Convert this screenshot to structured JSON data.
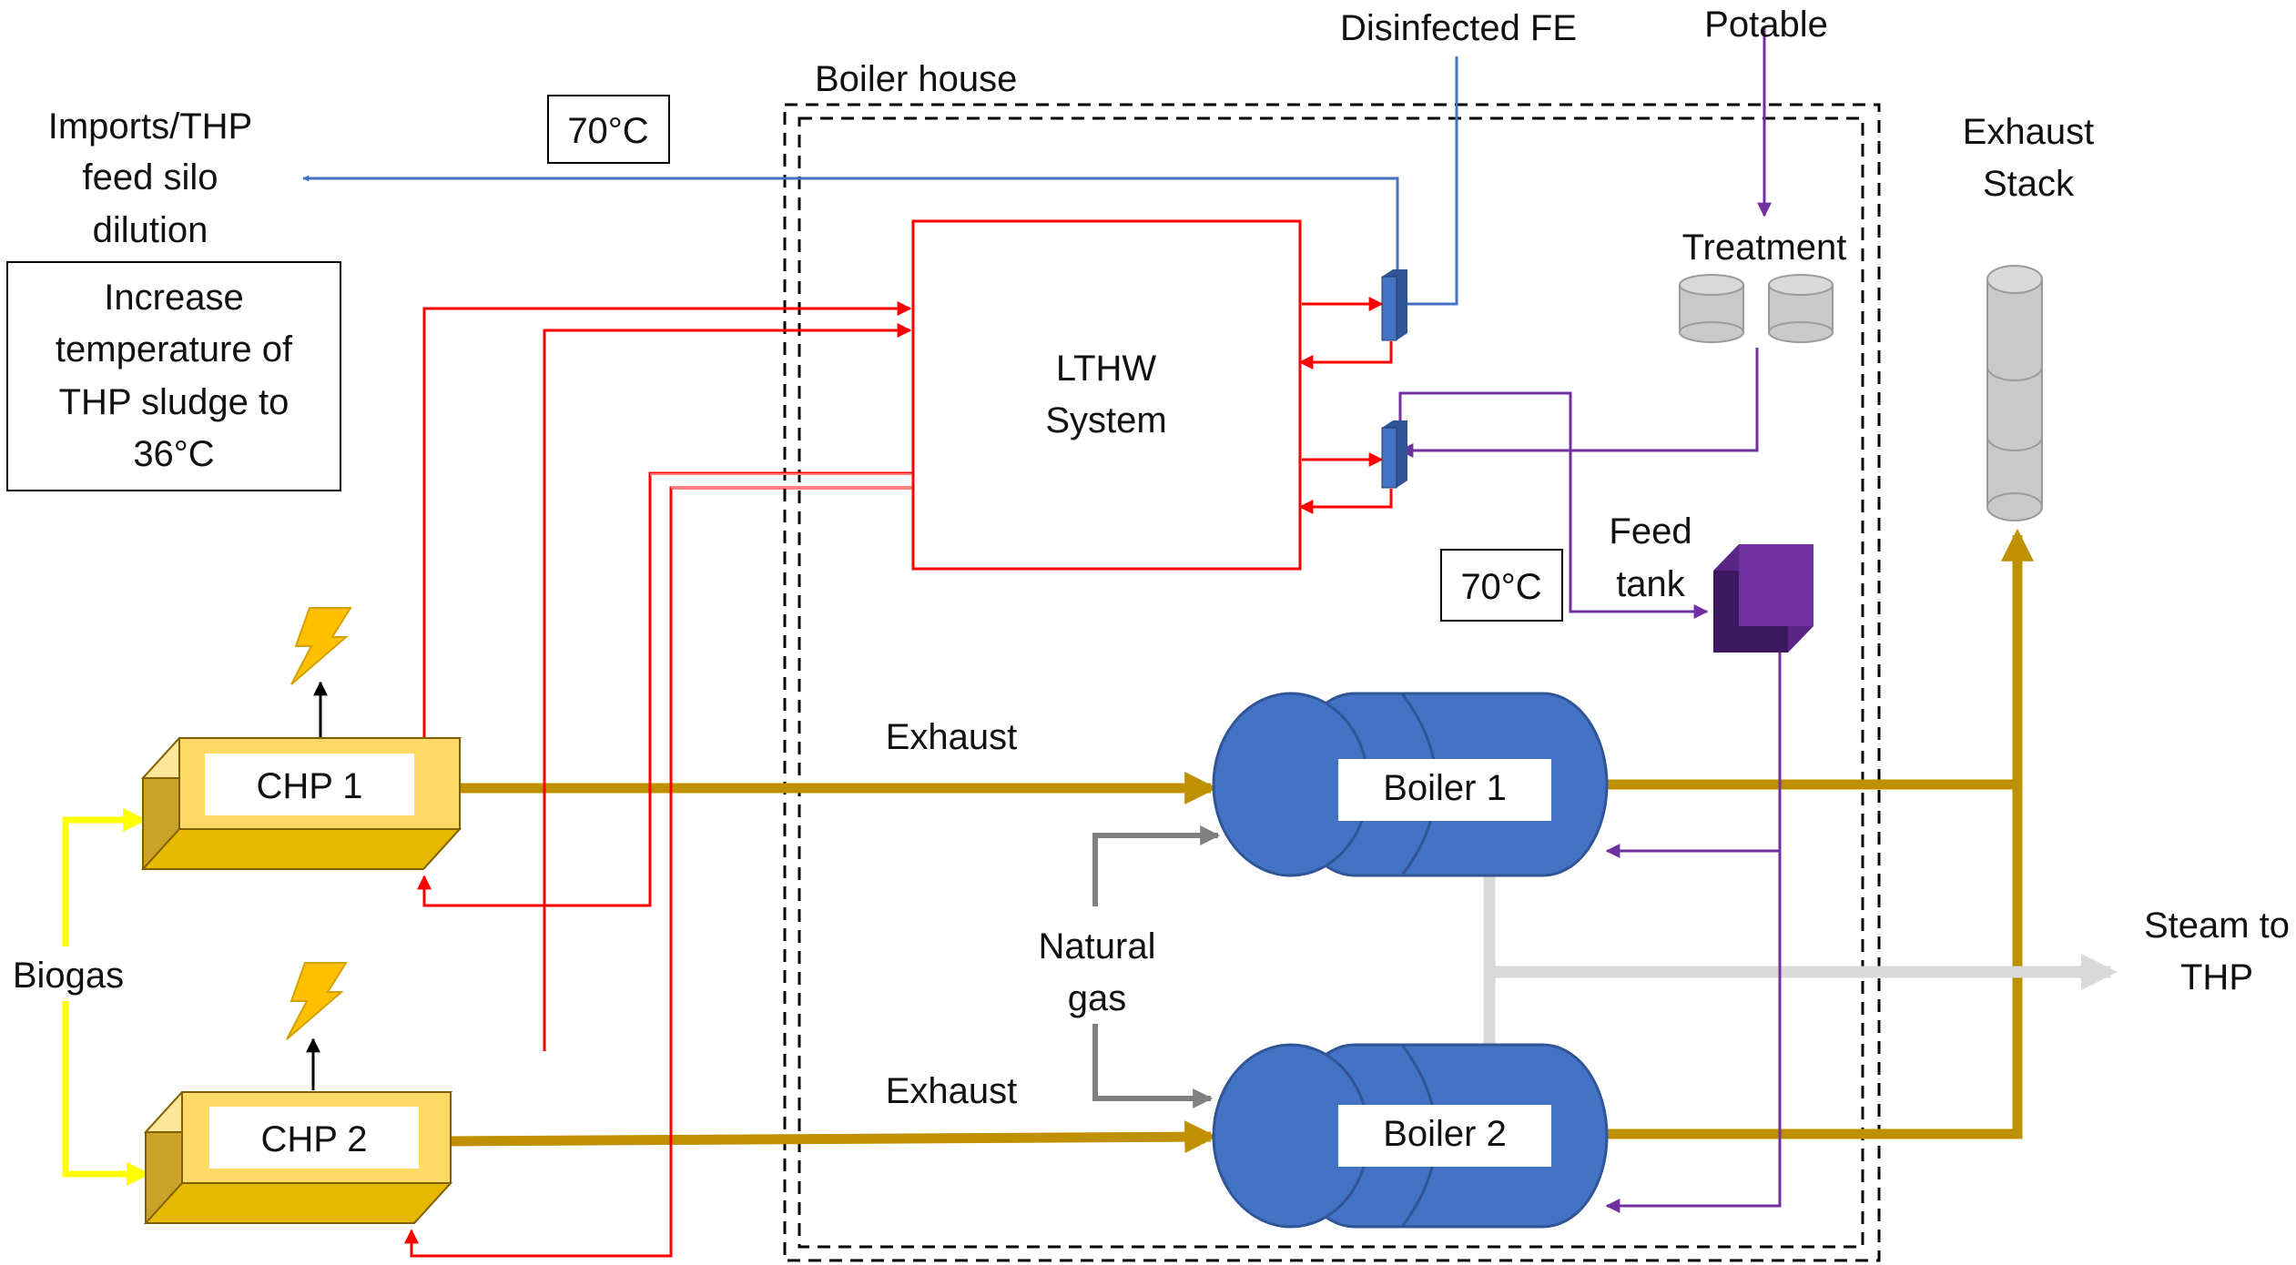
{
  "labels": {
    "disinfected_fe": "Disinfected FE",
    "potable": "Potable",
    "boiler_house": "Boiler house",
    "imports_line1": "Imports/THP",
    "imports_line2": "feed silo",
    "imports_line3": "dilution",
    "temp_top": "70°C",
    "temp_feed": "70°C",
    "note_line1": "Increase",
    "note_line2": "temperature of",
    "note_line3": "THP sludge to",
    "note_line4": "36°C",
    "lthw_line1": "LTHW",
    "lthw_line2": "System",
    "treatment": "Treatment",
    "exhaust_stack_line1": "Exhaust",
    "exhaust_stack_line2": "Stack",
    "feed_tank_line1": "Feed",
    "feed_tank_line2": "tank",
    "exhaust_1": "Exhaust",
    "exhaust_2": "Exhaust",
    "chp1": "CHP 1",
    "chp2": "CHP 2",
    "boiler1": "Boiler 1",
    "boiler2": "Boiler 2",
    "natural_gas_line1": "Natural",
    "natural_gas_line2": "gas",
    "steam_line1": "Steam to",
    "steam_line2": "THP",
    "biogas": "Biogas"
  },
  "colors": {
    "exhaust": "#BF9000",
    "hot_water": "#FF0000",
    "return_water": "#FF7F7F",
    "disinfected_fe": "#4472C4",
    "potable": "#7030A0",
    "biogas": "#FFFF00",
    "natural_gas": "#808080",
    "steam": "#D9D9D9",
    "boiler": "#4472C4",
    "chp": "#FFD966",
    "feed_tank": "#7030A0",
    "lightning": "#FFC000"
  },
  "icons": {
    "lightning": "lightning-bolt-icon",
    "treatment": "treatment-tank-icon",
    "stack": "exhaust-stack-icon"
  }
}
